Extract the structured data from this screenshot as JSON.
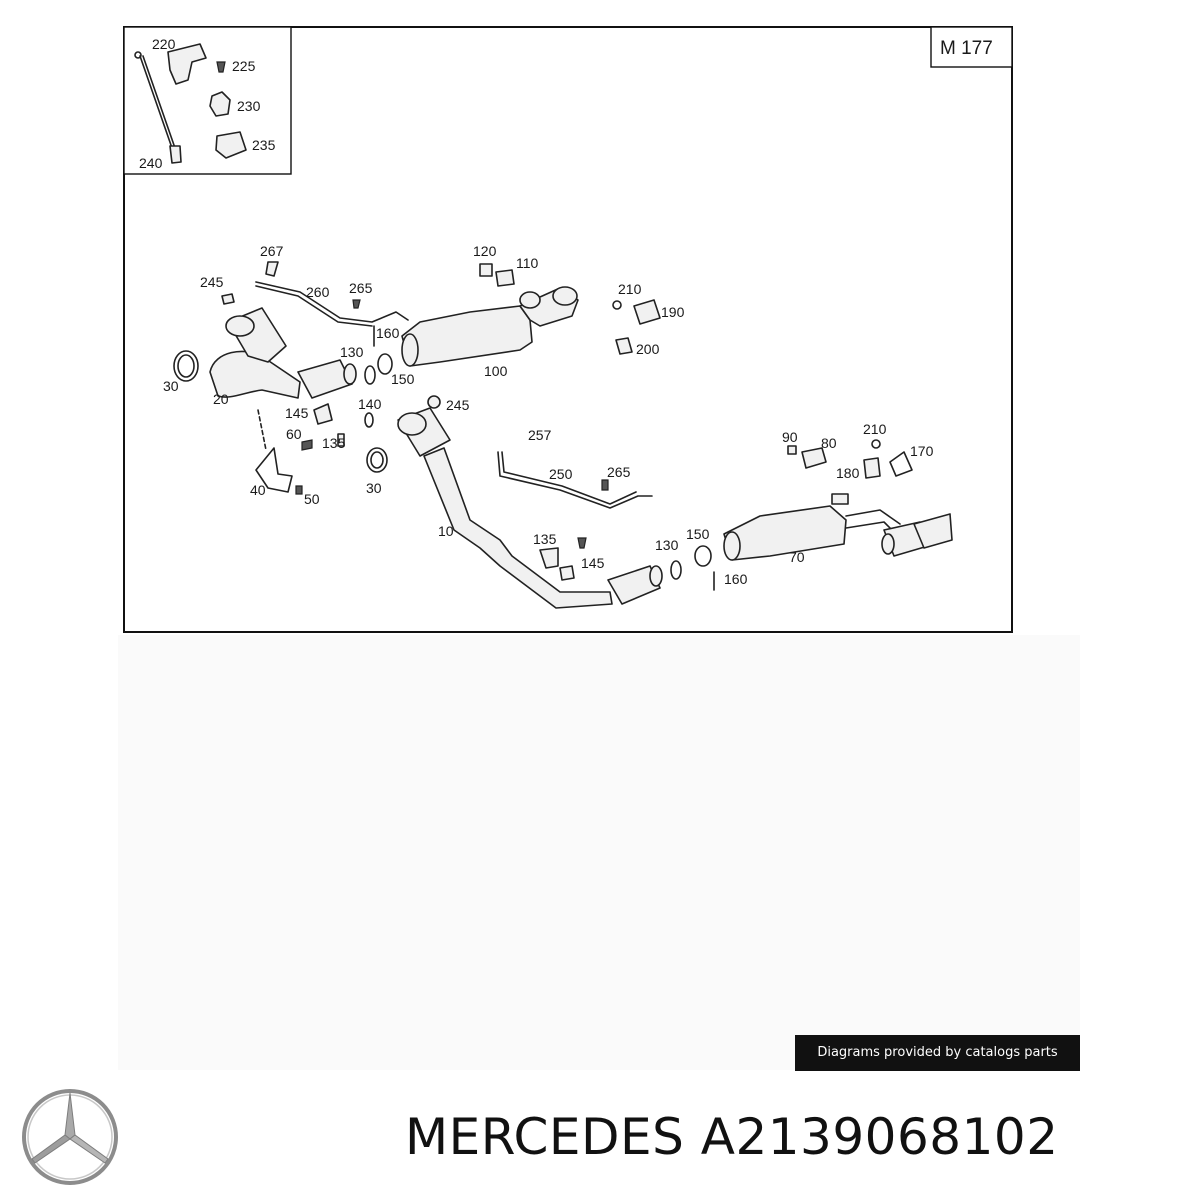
{
  "diagram": {
    "model_code": "M 177",
    "inset_labels": [
      "220",
      "225",
      "230",
      "235",
      "240"
    ],
    "labels": {
      "l267": "267",
      "l245a": "245",
      "l260": "260",
      "l265a": "265",
      "l160a": "160",
      "l30a": "30",
      "l130a": "130",
      "l150a": "150",
      "l20": "20",
      "l100": "100",
      "l120": "120",
      "l110": "110",
      "l210a": "210",
      "l190": "190",
      "l200": "200",
      "l145a": "145",
      "l140": "140",
      "l245b": "245",
      "l60": "60",
      "l135a": "135",
      "l30b": "30",
      "l40": "40",
      "l50": "50",
      "l257": "257",
      "l250": "250",
      "l265b": "265",
      "l10": "10",
      "l135b": "135",
      "l145b": "145",
      "l130b": "130",
      "l150b": "150",
      "l160b": "160",
      "l70": "70",
      "l90": "90",
      "l80": "80",
      "l210b": "210",
      "l170": "170",
      "l180": "180"
    }
  },
  "credit_text": "Diagrams provided by catalogs parts",
  "footer": {
    "brand": "MERCEDES",
    "part_number": "A2139068102",
    "logo_icon": "mercedes-star-icon"
  }
}
